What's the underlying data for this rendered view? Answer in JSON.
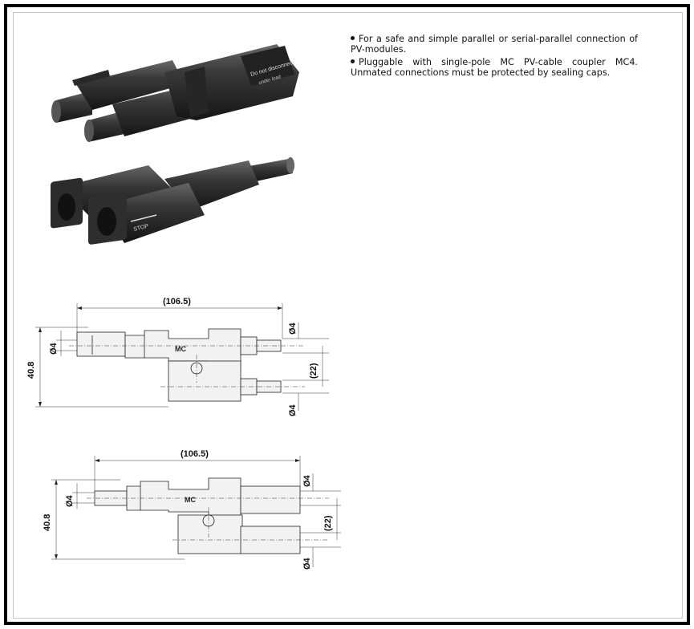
{
  "bullets": [
    "For a safe and simple parallel or serial-parallel connection of PV-modules.",
    "Pluggable with single-pole MC PV-cable coupler MC4. Unmated connections must be protected by sealing caps."
  ],
  "photo_top": {
    "imprint_line1": "Do not disconnect",
    "imprint_line2": "under load"
  },
  "photo_bottom": {
    "imprint": "STOP"
  },
  "drawing1": {
    "length": "(106.5)",
    "height": "40.8",
    "pitch": "(22)",
    "dia_left": "Ø4",
    "dia_right_top": "Ø4",
    "dia_right_bottom": "Ø4",
    "logo": "MC"
  },
  "drawing2": {
    "length": "(106.5)",
    "height": "40.8",
    "pitch": "(22)",
    "dia_left": "Ø4",
    "dia_right_top": "Ø4",
    "dia_right_bottom": "Ø4",
    "logo": "MC"
  }
}
